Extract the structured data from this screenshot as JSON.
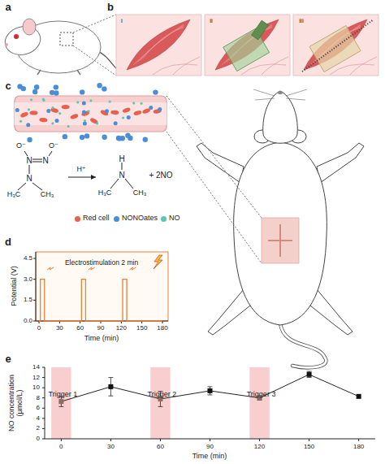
{
  "diagram": {
    "labels": [
      "a",
      "b",
      "i",
      "ii",
      "iii",
      "c",
      "d",
      "e",
      "O⁻",
      "O⁻",
      "N",
      "N",
      "N",
      "H₃C",
      "CH₃",
      "H⁺",
      "H",
      "N",
      "H₃C",
      "CH₃",
      "+ 2NO",
      "Electrostimulation 2 min",
      "Potential (V)",
      "4.5",
      "3.0",
      "1.5",
      "0.0",
      "0",
      "30",
      "60",
      "90",
      "120",
      "150",
      "180",
      "Time (min)",
      "NO concentration (μmol/L)",
      "14",
      "12",
      "10",
      "8",
      "6",
      "4",
      "2",
      "0",
      "0",
      "30",
      "60",
      "90",
      "120",
      "150",
      "180",
      "Time (min)",
      "Trigger 1",
      "Trigger 2",
      "Trigger 3"
    ],
    "legend": [
      {
        "text": "Red cell",
        "color": "#e8604c"
      },
      {
        "text": "NONOates",
        "color": "#4a8fd6"
      },
      {
        "text": "NO",
        "color": "#5cc8b0"
      }
    ]
  }
}
